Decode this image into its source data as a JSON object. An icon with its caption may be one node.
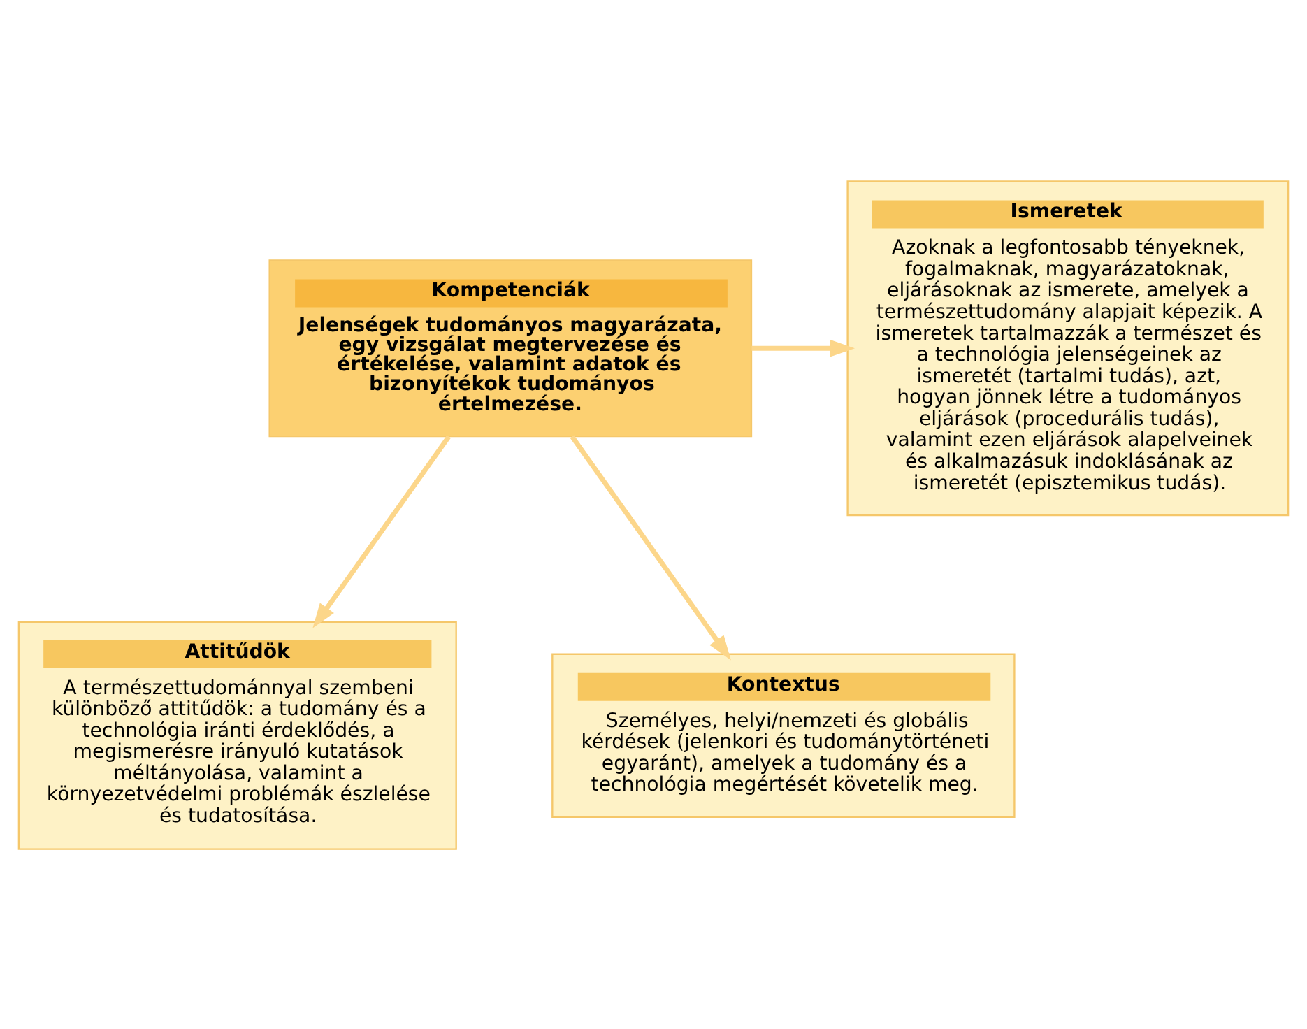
{
  "diagram": {
    "nodes": [
      {
        "text": [
          "Kompetenciák",
          "Jelenségek tudományos magyarázata, egy vizsgálat megtervezése és értékelése, valamint adatok és bizonyítékok tudományos értelmezése."
        ]
      },
      {
        "text": [
          "Ismeretek",
          "Azoknak a legfontosabb tényeknek, fogalmaknak, magyarázatoknak, eljárásoknak az ismerete, amelyek a természettudomány alapjait képezik. A ismeretek tartalmazzák a természet és a technológia jelenségeinek az ismeretét (tartalmi tudás), azt, hogyan jönnek létre a tudományos eljárások (procedurális tudás), valamint ezen eljárások alapelveinek és alkalmazásuk indoklásának az ismeretét (episztemikus tudás)."
        ]
      },
      {
        "text": [
          "Attitűdök",
          "A természettudománnyal szembeni különböző attitűdök: a tudomány és a technológia iránti érdeklődés, a megismerésre irányuló kutatások méltányolása, valamint a környezetvédelmi problémák észlelése és tudatosítása."
        ]
      },
      {
        "text": [
          "Kontextus",
          "Személyes, helyi/nemzeti és globális kérdések (jelenkori és tudománytörténeti egyaránt), amelyek a tudomány és a technológia megértését követelik meg."
        ]
      }
    ],
    "edges": [
      {
        "from": 0,
        "to": 1,
        "arrow": "to"
      },
      {
        "from": 0,
        "to": 2,
        "arrow": "to"
      },
      {
        "from": 0,
        "to": 3,
        "arrow": "to"
      }
    ]
  }
}
